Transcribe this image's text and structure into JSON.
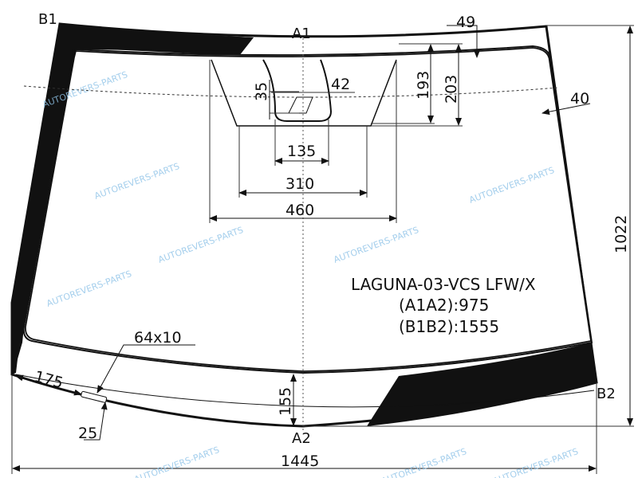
{
  "part_name": "LAGUNA-03-VCS LFW/X",
  "a1a2": "(A1A2):975",
  "b1b2": "(B1B2):1555",
  "points": {
    "a1": "A1",
    "a2": "A2",
    "b1": "B1",
    "b2": "B2"
  },
  "dimensions": {
    "d49": "49",
    "d40": "40",
    "d193": "193",
    "d203": "203",
    "d35": "35",
    "d42": "42",
    "d135": "135",
    "d310": "310",
    "d460": "460",
    "d1022": "1022",
    "d1445": "1445",
    "d155": "155",
    "d175": "175",
    "d25": "25",
    "d64x10": "64x10"
  },
  "watermark": "AUTOREVERS-PARTS",
  "colors": {
    "watermark": "#8ec3e8",
    "line": "#111111"
  }
}
